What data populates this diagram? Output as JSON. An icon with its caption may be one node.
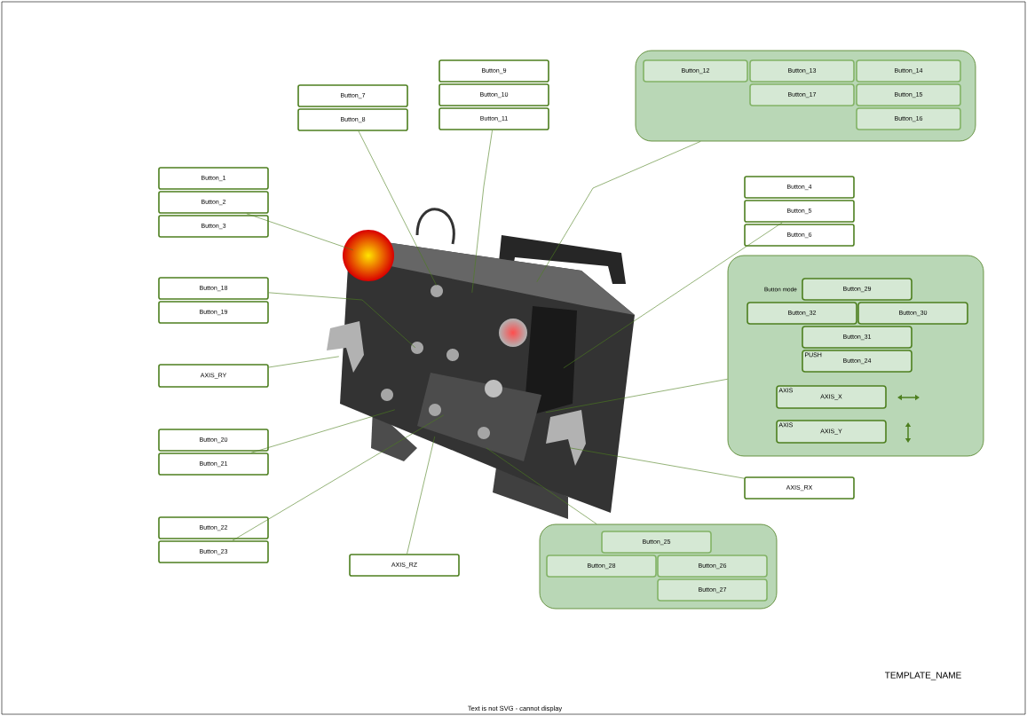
{
  "diagram": {
    "nodes": [
      {
        "text": [
          "Button_7"
        ]
      },
      {
        "text": [
          "Button_8"
        ]
      },
      {
        "text": [
          "Button_9"
        ]
      },
      {
        "text": [
          "Button_10"
        ]
      },
      {
        "text": [
          "Button_11"
        ]
      },
      {
        "text": [],
        "shape": "box"
      },
      {
        "text": [
          "Button_12"
        ],
        "in": 5
      },
      {
        "text": [
          "Button_13"
        ],
        "in": 5
      },
      {
        "text": [
          "Button_14"
        ],
        "in": 5
      },
      {
        "text": [
          "Button_17"
        ],
        "in": 5
      },
      {
        "text": [
          "Button_15"
        ],
        "in": 5
      },
      {
        "text": [
          "Button_16"
        ],
        "in": 5
      },
      {
        "text": [
          "Button_1"
        ]
      },
      {
        "text": [
          "Button_2"
        ]
      },
      {
        "text": [
          "Button_3"
        ]
      },
      {
        "text": [
          "Button_4"
        ]
      },
      {
        "text": [
          "Button_5"
        ]
      },
      {
        "text": [
          "Button_6"
        ]
      },
      {
        "text": [],
        "shape": "box"
      },
      {
        "text": [
          "Button_29"
        ],
        "beside": [
          "Button mode"
        ],
        "in": 18
      },
      {
        "text": [
          "Button_32"
        ],
        "in": 18
      },
      {
        "text": [
          "Button_30"
        ],
        "in": 18
      },
      {
        "text": [
          "Button_31"
        ],
        "in": 18
      },
      {
        "text": [
          "PUSH",
          "Button_24"
        ],
        "in": 18
      },
      {
        "text": [
          "AXIS",
          "AXIS_X"
        ],
        "in": 18
      },
      {
        "text": [
          "AXIS",
          "AXIS_Y"
        ],
        "in": 18
      },
      {
        "text": [
          "Button_18"
        ]
      },
      {
        "text": [
          "Button_19"
        ]
      },
      {
        "text": [
          "AXIS_RY"
        ]
      },
      {
        "text": [
          "Button_20"
        ]
      },
      {
        "text": [
          "Button_21"
        ]
      },
      {
        "text": [
          "AXIS_RX"
        ]
      },
      {
        "text": [
          "Button_22"
        ]
      },
      {
        "text": [
          "Button_23"
        ]
      },
      {
        "text": [
          "AXIS_RZ"
        ]
      },
      {
        "text": [],
        "shape": "box"
      },
      {
        "text": [
          "Button_25"
        ],
        "in": 35
      },
      {
        "text": [
          "Button_28"
        ],
        "in": 35
      },
      {
        "text": [
          "Button_26"
        ],
        "in": 35
      },
      {
        "text": [
          "Button_27"
        ],
        "in": 35
      },
      {
        "text": [],
        "shape": "picture"
      }
    ],
    "edges": [
      {
        "from": 1,
        "to": 40,
        "arrow": "none"
      },
      {
        "from": 4,
        "to": 40,
        "arrow": "none"
      },
      {
        "from": 5,
        "to": 40,
        "arrow": "none"
      },
      {
        "from": 13,
        "to": 40,
        "arrow": "none"
      },
      {
        "from": 16,
        "to": 40,
        "arrow": "none"
      },
      {
        "from": 18,
        "to": 40,
        "arrow": "none"
      },
      {
        "from": 26,
        "to": 40,
        "arrow": "none"
      },
      {
        "from": 28,
        "to": 40,
        "arrow": "none"
      },
      {
        "from": 30,
        "to": 40,
        "arrow": "none"
      },
      {
        "from": 33,
        "to": 40,
        "arrow": "none"
      },
      {
        "from": 34,
        "to": 40,
        "arrow": "none"
      },
      {
        "from": 31,
        "to": 40,
        "arrow": "none"
      },
      {
        "from": 35,
        "to": 40,
        "arrow": "none"
      }
    ],
    "labels": [
      "TEMPLATE_NAME",
      "Text is not SVG - cannot display"
    ]
  }
}
